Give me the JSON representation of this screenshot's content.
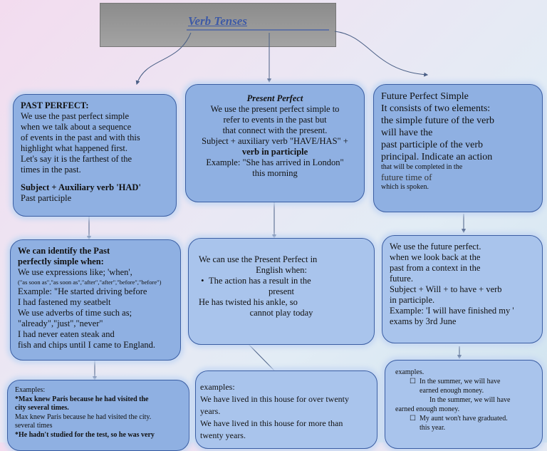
{
  "title": "Verb Tenses",
  "past_perfect": {
    "heading": "PAST PERFECT:",
    "lines": [
      "We use the past perfect simple",
      "when we talk about a sequence",
      "of events in the past and with this",
      "highlight what happened first.",
      "Let's say it is the farthest of the",
      "times in the past."
    ],
    "formula": "Subject + Auxiliary verb 'HAD'",
    "formula2": "Past participle"
  },
  "present_perfect": {
    "heading": "Present Perfect",
    "lines": [
      "We use the present perfect simple to",
      "refer to events in the past but",
      "that connect with the present.",
      "Subject + auxiliary verb \"HAVE/HAS\" +"
    ],
    "bold_line": "verb in participle",
    "example": "Example: \"She has arrived in London\"",
    "example2": "this morning"
  },
  "future_perfect": {
    "heading": "Future Perfect Simple",
    "lines": [
      "It consists of two elements:",
      "the simple future of the verb",
      "will have the",
      "past participle of the verb",
      "principal. Indicate an action"
    ],
    "small1": "that will be completed in the",
    "mid": "future time of",
    "small2": "which is spoken."
  },
  "past_identify": {
    "heading1": "We can identify the Past",
    "heading2": "perfectly simple when:",
    "line1": "We use expressions like; 'when',",
    "tiny": "(\"as soon as\",\"as soon as\",\"after\",\"after\",\"before\",\"before\")",
    "lines": [
      "Example: \"He started driving before",
      "I had fastened my seatbelt",
      "We use adverbs of time such as;",
      "\"already\",\"just\",\"never\"",
      "I had never eaten steak and",
      "fish and chips until I came to England."
    ]
  },
  "present_when": {
    "line1": "We can use the Present Perfect in",
    "line2": "English when:",
    "bullet1": "The action has a result in the",
    "bullet1b": "present",
    "line3": "He has twisted his ankle, so",
    "line4": "cannot play today"
  },
  "future_use": {
    "lines": [
      "We use the future perfect.",
      "when we look back at the",
      "past from a context in the",
      "future.",
      "Subject + Will + to have + verb",
      "in participle.",
      "Example: 'I will have finished my '",
      "exams by 3rd June"
    ]
  },
  "past_examples": {
    "label": "Examples:",
    "b1": "*Max knew Paris because he had visited the",
    "b1b": "city several times.",
    "n1": "Max knew Paris because he had visited the city.",
    "n1b": "several times",
    "b2": "*He hadn't studied for the test, so he was very"
  },
  "present_examples": {
    "lines": [
      "examples:",
      "We have lived in this house for over twenty",
      "years.",
      "We have lived in this house for more than",
      "twenty years."
    ]
  },
  "future_examples": {
    "label": "examples.",
    "e1": "In the summer, we will have",
    "e1b": "earned enough money.",
    "e2": "In the summer, we will have",
    "e2b": "earned enough money.",
    "e3": "My aunt won't have graduated.",
    "e3b": "this year."
  },
  "colors": {
    "box": "#8fb0e2",
    "border": "#3b5ea3",
    "title": "#3e5aa6"
  }
}
